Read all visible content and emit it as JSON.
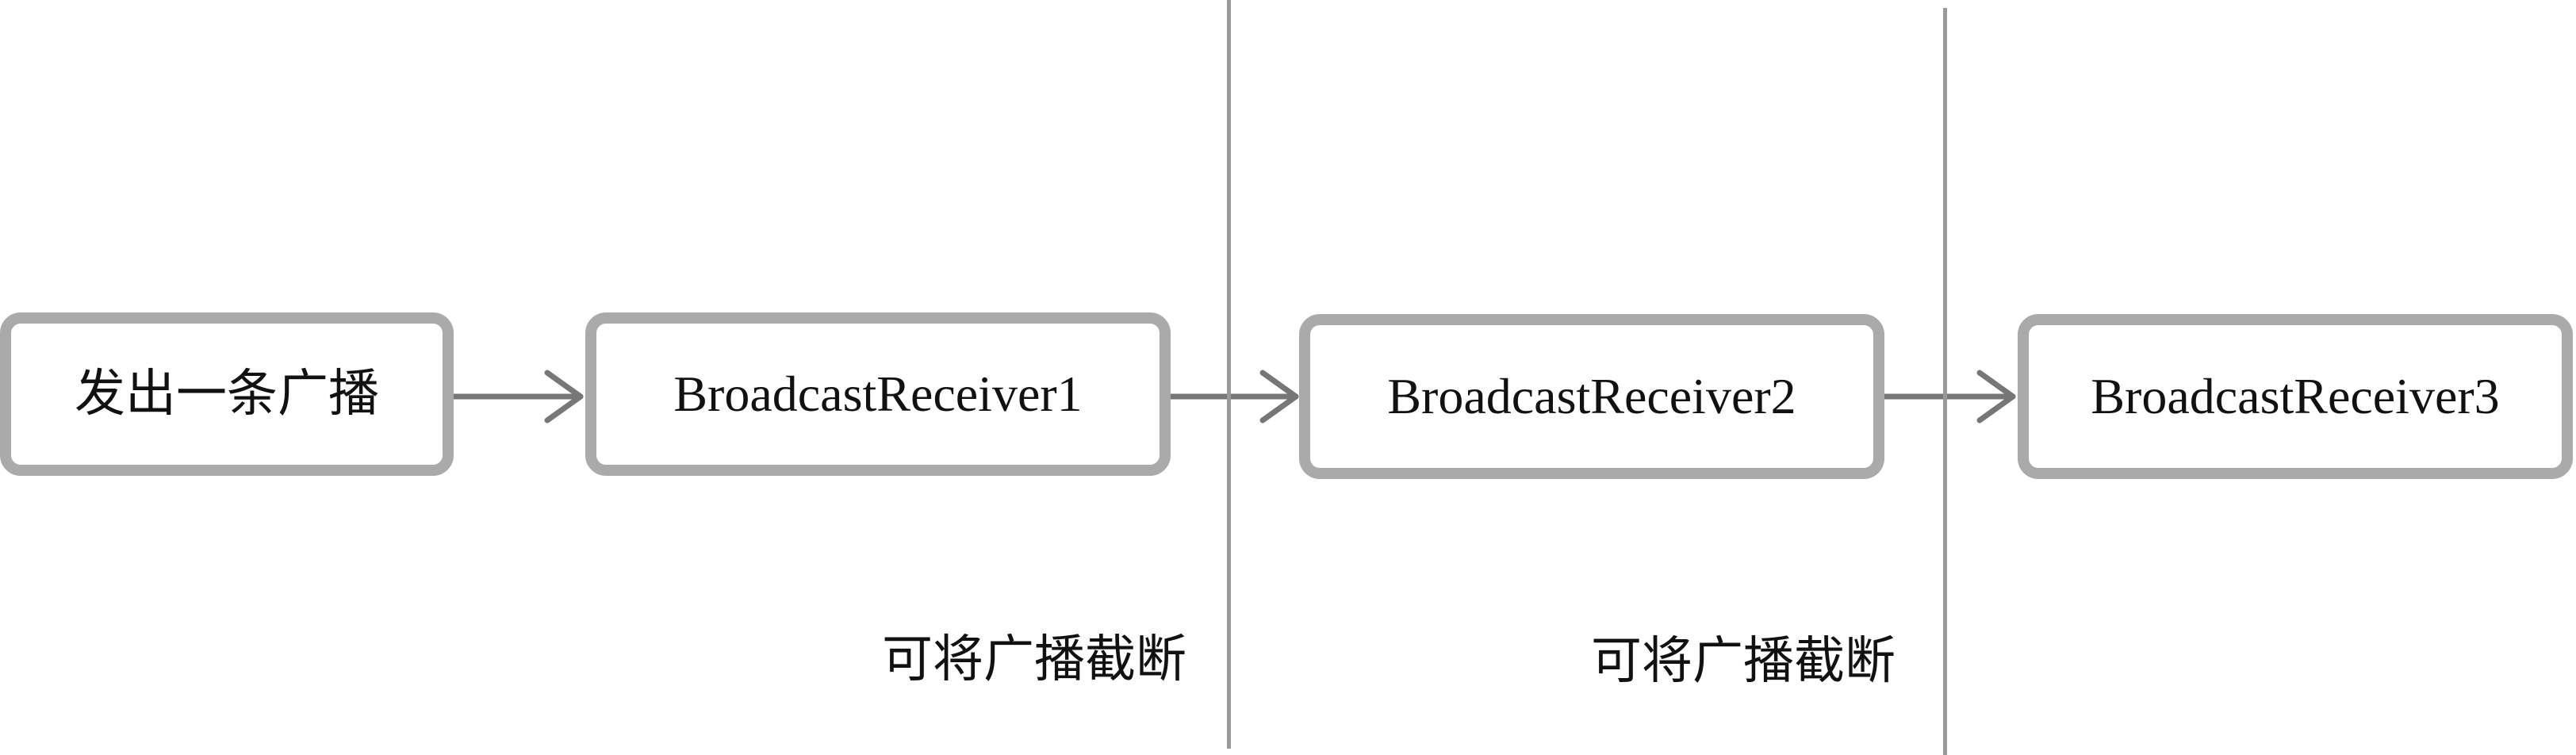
{
  "nodes": {
    "sender": "发出一条广播",
    "receiver1": "BroadcastReceiver1",
    "receiver2": "BroadcastReceiver2",
    "receiver3": "BroadcastReceiver3"
  },
  "notes": {
    "intercept1": "可将广播截断",
    "intercept2": "可将广播截断"
  },
  "colors": {
    "box_border": "#aaaaaa",
    "arrow": "#777777",
    "divider": "#999999"
  }
}
